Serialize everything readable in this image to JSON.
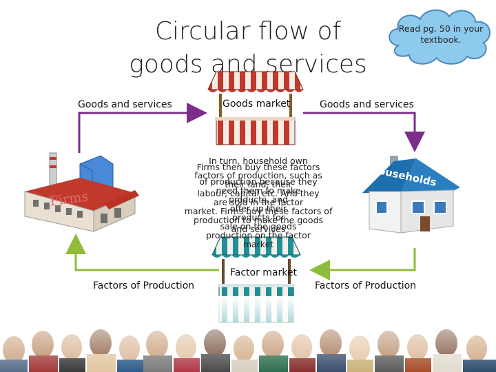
{
  "title": "Circular flow of goods and services",
  "title_lines": [
    "Circular flow of",
    "goods and services"
  ],
  "callout": "Read pg. 50 in your textbook.",
  "labels": {
    "goods_services_left": "Goods and services",
    "goods_market": "Goods market",
    "goods_services_right": "Goods and services",
    "factor_market": "Factor market",
    "factors_left": "Factors of Production",
    "factors_right": "Factors of Production",
    "firms": "Firms",
    "households": "Households"
  },
  "overlapping_text": {
    "households_paragraph": [
      "In turn, household own",
      "factors of production, such as",
      "their land, their",
      "labour, capital etc. And they",
      "are sold in the factor",
      "market. Firms buy these factors of",
      "production to make the goods",
      "and services"
    ],
    "firms_paragraph": [
      "Firms then buy these factors",
      "of production because they",
      "need them to make",
      "products, and",
      "offer up their",
      "products for",
      "sale on the goods",
      "production on the factor",
      "market"
    ]
  },
  "colors": {
    "arrow_purple": "#7b2d8b",
    "arrow_green": "#8fbc3a",
    "cloud": "#8ec9ee",
    "stall_red": "#c0392b",
    "stall_teal": "#1f8f9a"
  }
}
